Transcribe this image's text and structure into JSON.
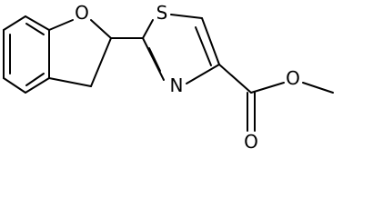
{
  "molecule": {
    "atoms": {
      "ring_oxygen": "O",
      "thiazole_sulfur": "S",
      "thiazole_nitrogen": "N",
      "ester_oxygen": "O",
      "carbonyl_oxygen": "O"
    }
  }
}
